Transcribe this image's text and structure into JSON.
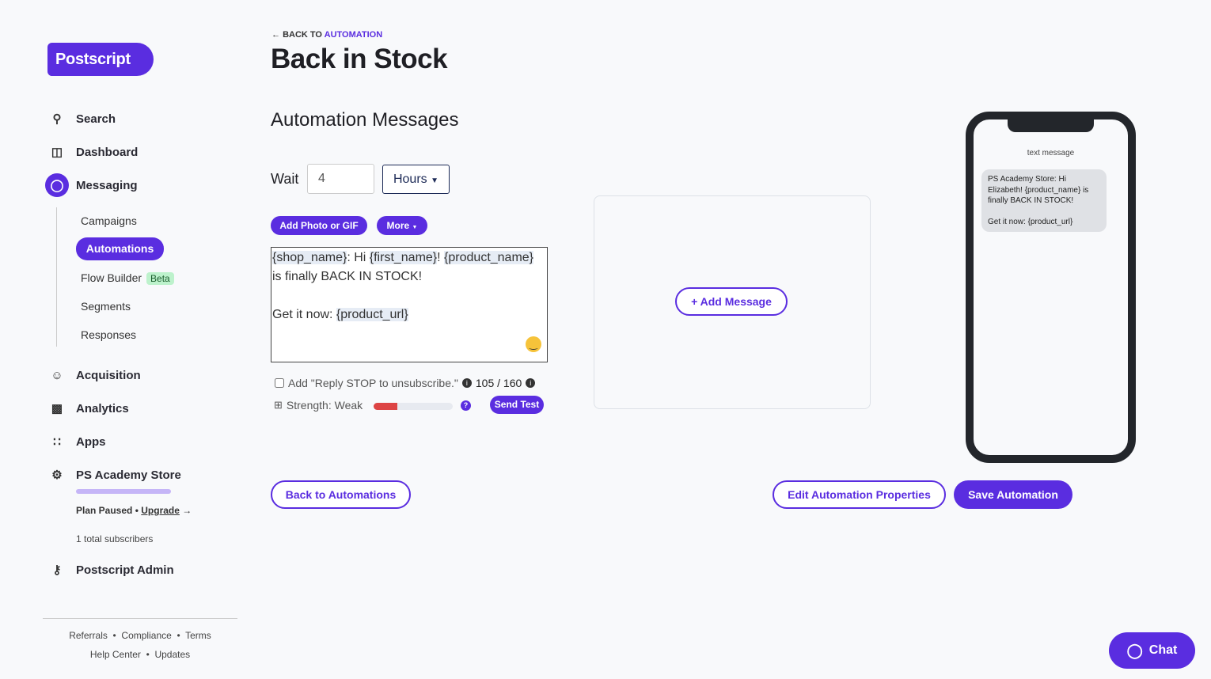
{
  "brand": {
    "logo": "Postscript",
    "accent": "#5a2de0"
  },
  "sidebar": {
    "items": [
      {
        "label": "Search",
        "icon": "search-icon"
      },
      {
        "label": "Dashboard",
        "icon": "dashboard-icon"
      },
      {
        "label": "Messaging",
        "icon": "chat-bubble-icon"
      }
    ],
    "messaging_sub": [
      {
        "label": "Campaigns"
      },
      {
        "label": "Automations",
        "active": true
      },
      {
        "label": "Flow Builder",
        "badge": "Beta"
      },
      {
        "label": "Segments"
      },
      {
        "label": "Responses"
      }
    ],
    "items2": [
      {
        "label": "Acquisition",
        "icon": "user-plus-icon"
      },
      {
        "label": "Analytics",
        "icon": "bar-chart-icon"
      },
      {
        "label": "Apps",
        "icon": "apps-icon"
      },
      {
        "label": "PS Academy Store",
        "icon": "gear-icon"
      }
    ],
    "plan_status": "Plan Paused •",
    "upgrade": "Upgrade",
    "subscribers": "1 total subscribers",
    "admin": "Postscript Admin",
    "footer": {
      "referrals": "Referrals",
      "compliance": "Compliance",
      "terms": "Terms",
      "help": "Help Center",
      "updates": "Updates",
      "sep": "•"
    }
  },
  "header": {
    "back_prefix": "BACK TO",
    "back_link": "AUTOMATION",
    "title": "Back in Stock"
  },
  "main": {
    "section_title": "Automation Messages",
    "wait_label": "Wait",
    "wait_value": "4",
    "wait_unit": "Hours",
    "add_photo": "Add Photo or GIF",
    "more": "More",
    "message_tokens": {
      "shop": "{shop_name}",
      "t1": ": Hi ",
      "first": "{first_name}",
      "t2": "! ",
      "product": "{product_name}",
      "t3": "is finally BACK IN STOCK!",
      "t4": "Get it now:  ",
      "url": "{product_url}"
    },
    "reply_stop": "Add \"Reply STOP to unsubscribe.\"",
    "char_count": "105 / 160",
    "strength_label": "Strength: Weak",
    "strength_level": 0.3,
    "send_test": "Send Test",
    "add_message": "+ Add Message",
    "back_btn": "Back to Automations",
    "edit_btn": "Edit Automation Properties",
    "save_btn": "Save Automation"
  },
  "phone": {
    "header": "text message",
    "line1": "PS Academy Store: Hi Elizabeth! {product_name} is finally BACK IN STOCK!",
    "line2": "Get it now:  {product_url}"
  },
  "chat": {
    "label": "Chat"
  }
}
